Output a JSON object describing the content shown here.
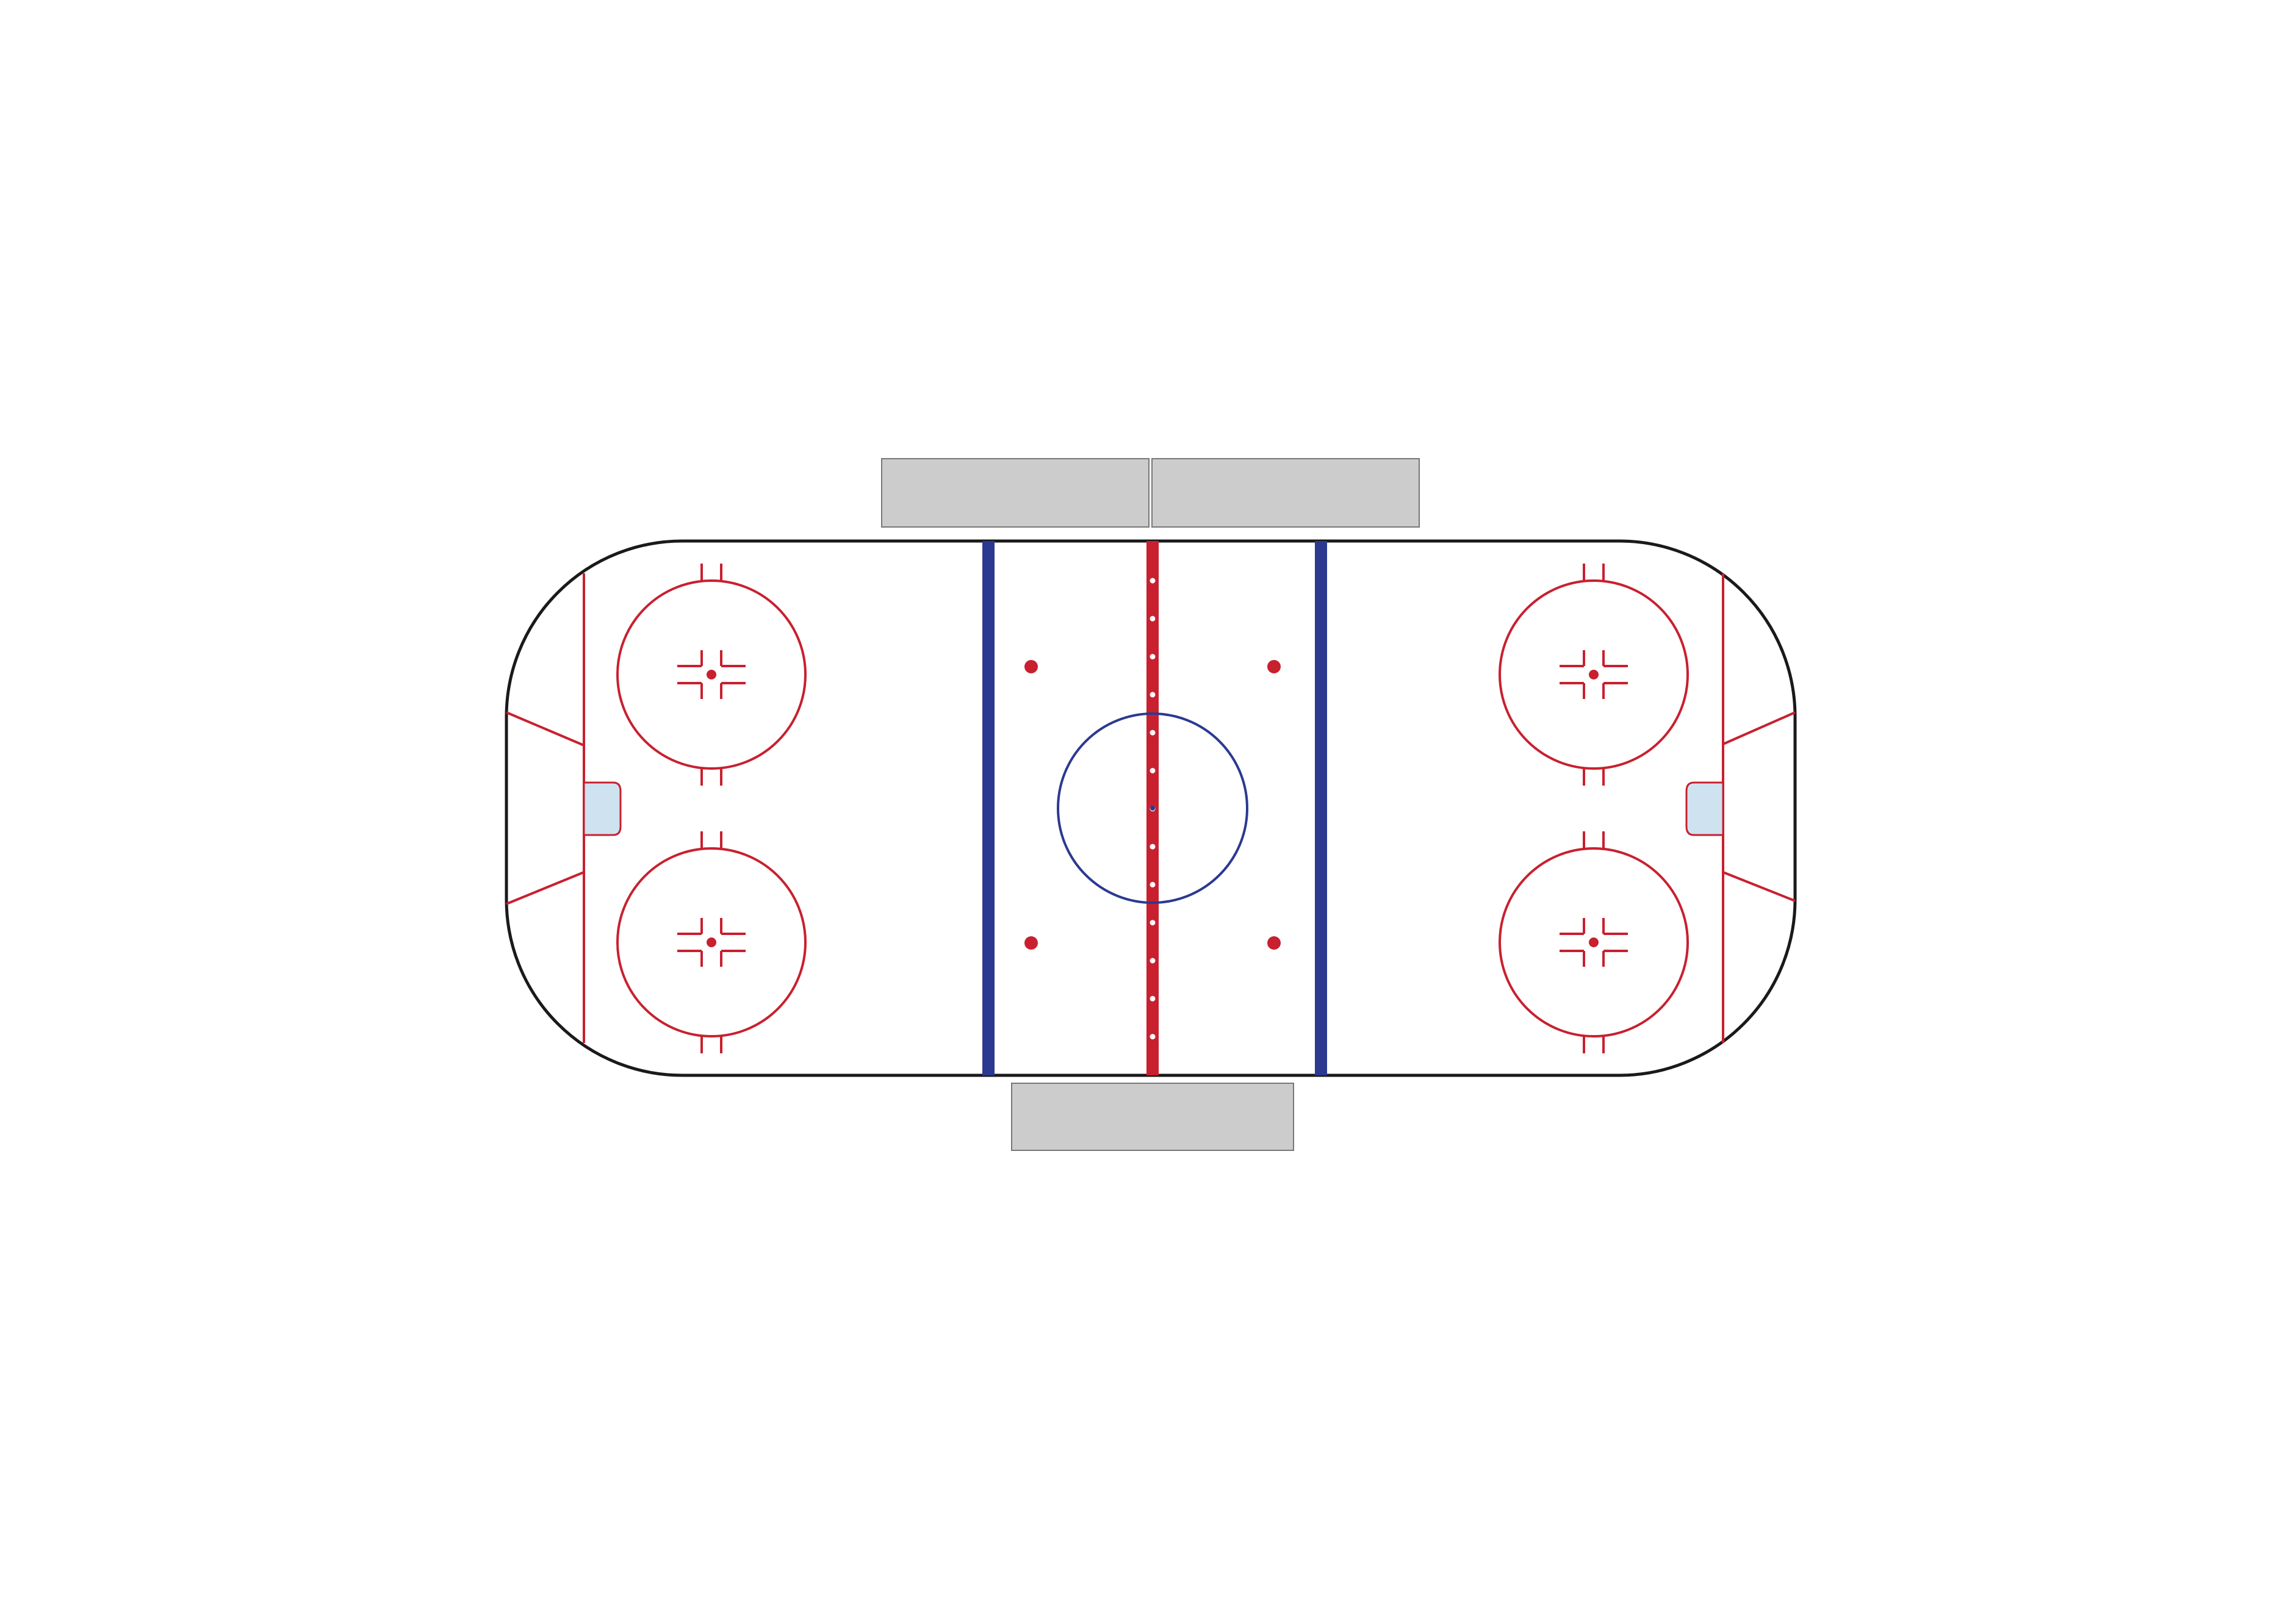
{
  "diagram": {
    "type": "ice-hockey-rink",
    "orientation": "horizontal",
    "colors": {
      "background": "#ffffff",
      "ice": "#ffffff",
      "boards": "#1a1a1a",
      "red_lines": "#c8202f",
      "blue_lines": "#2b3990",
      "center_circle": "#2b3990",
      "crease_fill": "#cfe2f0",
      "bench_fill": "#cccccc",
      "bench_stroke": "#777777",
      "center_line_dots": "#ffffff"
    },
    "elements": {
      "team_benches": 2,
      "penalty_box": 1,
      "faceoff_circles": 5,
      "neutral_zone_faceoff_spots": 4,
      "goal_creases": 2,
      "blue_lines": 2,
      "center_red_line": 1,
      "goal_lines": 2,
      "trapezoids": 2
    }
  }
}
